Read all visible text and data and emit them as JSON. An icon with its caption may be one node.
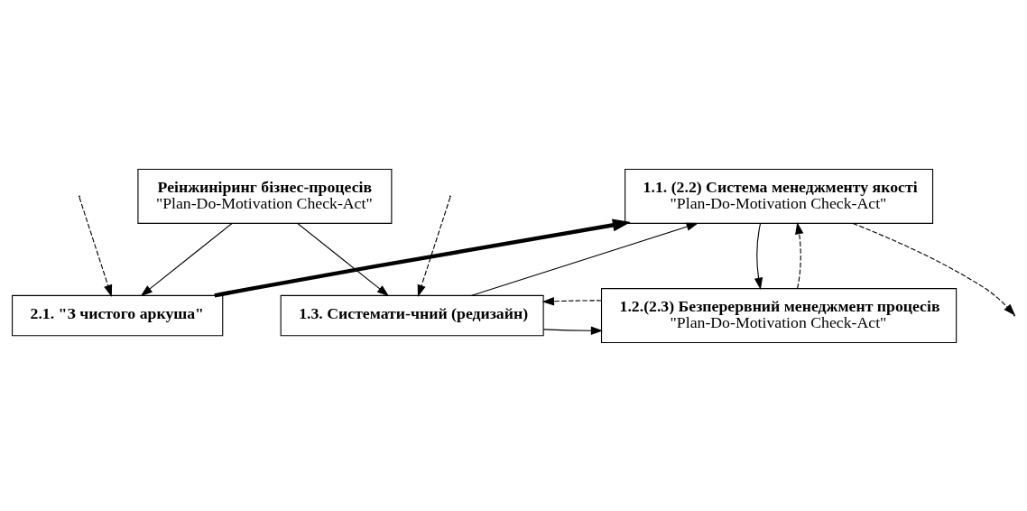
{
  "diagram": {
    "nodes": [
      {
        "text": [
          "Реінжиніринг бізнес-процесів",
          "\"Plan-Do-Motivation Check-Act\""
        ]
      },
      {
        "text": [
          "2.1. \"З чистого аркуша\""
        ]
      },
      {
        "text": [
          "1.3. Системати-чний (редизайн)"
        ]
      },
      {
        "text": [
          "1.1. (2.2) Система менеджменту якості",
          "\"Plan-Do-Motivation Check-Act\""
        ]
      },
      {
        "text": [
          "1.2.(2.3) Безперервний менеджмент процесів",
          "\"Plan-Do-Motivation Check-Act\""
        ]
      }
    ],
    "edges": [
      {
        "from": 0,
        "to": 1,
        "arrow": "to"
      },
      {
        "from": 0,
        "to": 2,
        "arrow": "to"
      },
      {
        "from": 2,
        "to": 3,
        "arrow": "to"
      },
      {
        "from": 2,
        "to": 4,
        "arrow": "to"
      },
      {
        "from": 3,
        "to": 4,
        "arrow": "to"
      },
      {
        "from": 4,
        "to": 3,
        "arrow": "to",
        "style": "dashed"
      },
      {
        "from": 4,
        "to": 2,
        "arrow": "to",
        "style": "dashed"
      },
      {
        "from": 1,
        "to": 3,
        "arrow": "to",
        "style": "thick"
      },
      {
        "from": 3,
        "to": null,
        "arrow": "to",
        "style": "dashed"
      },
      {
        "from": null,
        "to": 1,
        "arrow": "to",
        "style": "dashed"
      },
      {
        "from": null,
        "to": 2,
        "arrow": "to",
        "style": "dashed"
      }
    ]
  }
}
